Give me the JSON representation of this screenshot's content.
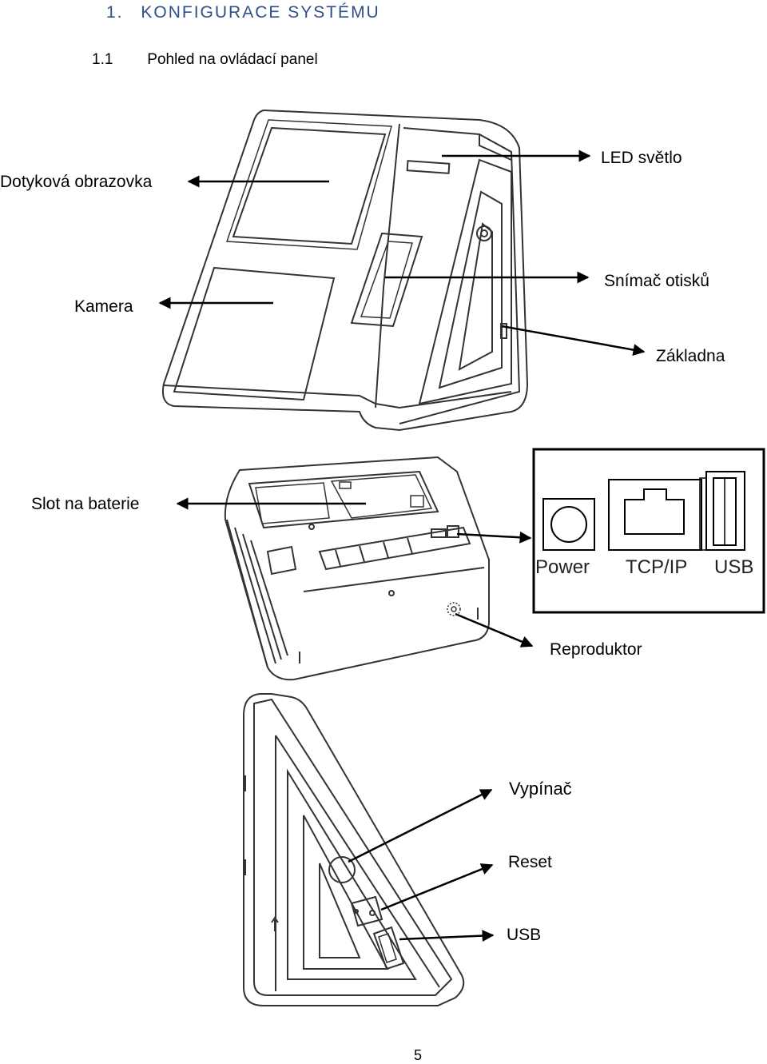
{
  "heading": {
    "number": "1.",
    "title": "KONFIGURACE SYSTÉMU"
  },
  "subheading": {
    "number": "1.1",
    "title": "Pohled na ovládací panel"
  },
  "front_labels": {
    "touchscreen": "Dotyková obrazovka",
    "led": "LED světlo",
    "camera": "Kamera",
    "fingerprint": "Snímač otisků",
    "base": "Základna"
  },
  "bottom_labels": {
    "battery": "Slot na baterie",
    "speaker": "Reproduktor"
  },
  "ports": {
    "power": "Power",
    "tcpip": "TCP/IP",
    "usb": "USB"
  },
  "side_labels": {
    "switch": "Vypínač",
    "reset": "Reset",
    "usb": "USB"
  },
  "page_number": "5"
}
